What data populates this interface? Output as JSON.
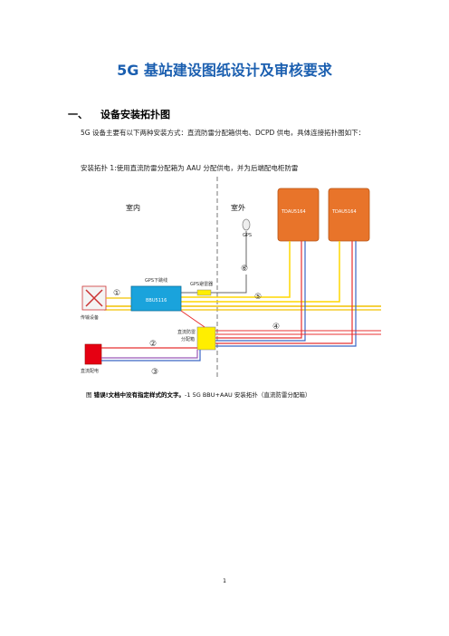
{
  "title": "5G 基站建设图纸设计及审核要求",
  "section": {
    "number": "一、",
    "heading": "设备安装拓扑图"
  },
  "paragraphs": {
    "intro": "5G 设备主要有以下两种安装方式：直流防雷分配箱供电、DCPD 供电，具体连接拓扑图如下：",
    "topology1": "安装拓扑 1:使用直流防雷分配箱为 AAU 分配供电，并为后端配电柜防雷"
  },
  "diagram": {
    "indoor_label": "室内",
    "outdoor_label": "室外",
    "gps_label": "GPS",
    "gps_jumper_label": "GPS下跳线",
    "gps_arrester_label": "GPS避雷器",
    "bbu_label": "BBU5116",
    "aau1_label": "TDAU5164",
    "aau2_label": "TDAU5164",
    "transmission_label": "传输设备",
    "dc_spd_label_line1": "直流防雷",
    "dc_spd_label_line2": "分配箱",
    "dc_power_label": "直流配电",
    "markers": [
      "①",
      "②",
      "③",
      "④",
      "⑤",
      "⑥"
    ],
    "colors": {
      "aau_fill": "#e8742a",
      "bbu_fill": "#1aa3dc",
      "spd_fill": "#ffee00",
      "dc_fill": "#e60012",
      "fiber": "#ffd700",
      "power_red": "#e83030",
      "power_blue": "#3b66c4",
      "power_purple": "#9b59b6",
      "ground_yellow": "#f2c200"
    }
  },
  "caption": {
    "prefix": "图",
    "error": "错误!文档中没有指定样式的文字。",
    "suffix": "-1 5G      BBU+AAU 安装拓扑（直流防雷分配箱）"
  },
  "page_number": "1"
}
